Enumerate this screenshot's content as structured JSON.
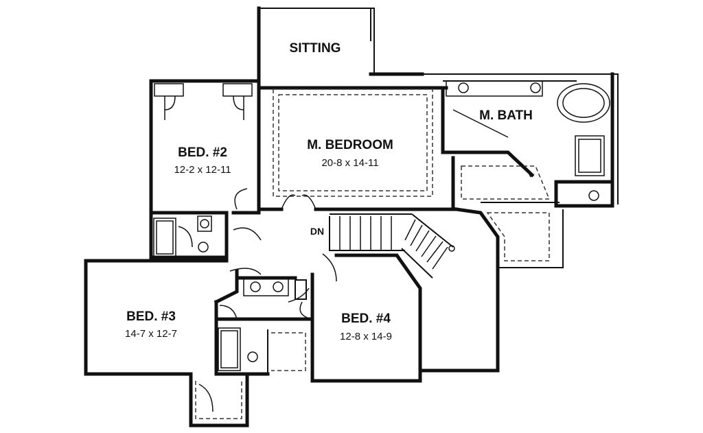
{
  "rooms": {
    "sitting": {
      "name": "SITTING"
    },
    "master_bedroom": {
      "name": "M. BEDROOM",
      "dims": "20-8 x 14-11"
    },
    "master_bath": {
      "name": "M. BATH"
    },
    "bed2": {
      "name": "BED. #2",
      "dims": "12-2 x 12-11"
    },
    "bed3": {
      "name": "BED. #3",
      "dims": "14-7 x 12-7"
    },
    "bed4": {
      "name": "BED. #4",
      "dims": "12-8 x 14-9"
    }
  },
  "stair": {
    "label": "DN"
  }
}
